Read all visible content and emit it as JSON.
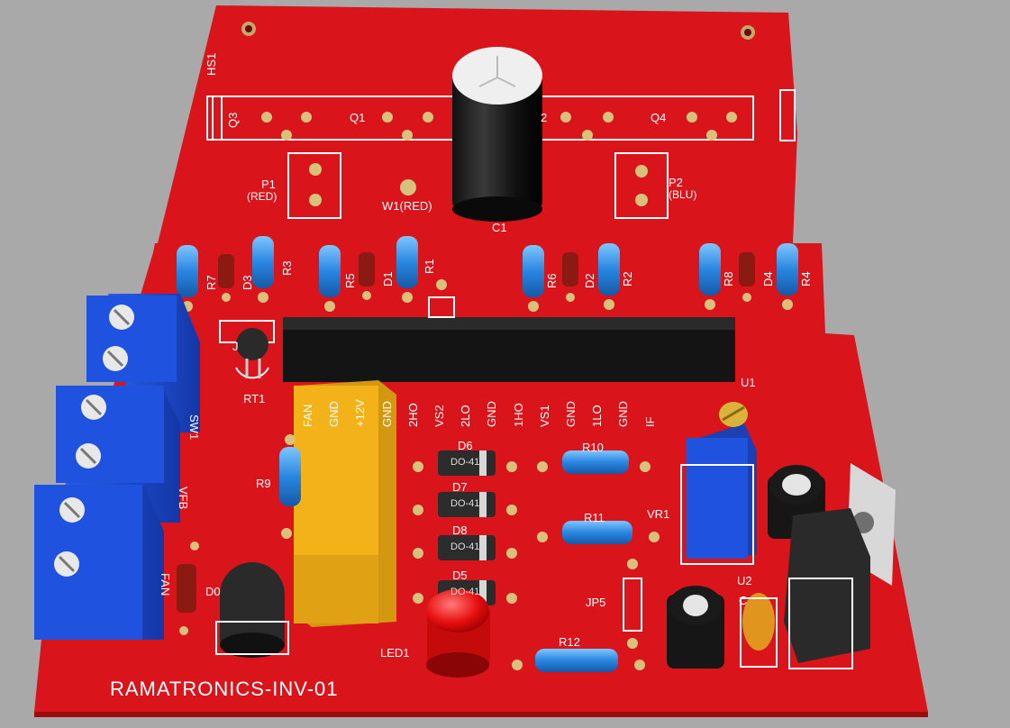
{
  "board": {
    "name": "RAMATRONICS-INV-01",
    "colors": {
      "background": "#a9a9a9",
      "pcb": "#d9141b",
      "silkscreen": "#ffffff",
      "terminal_block": "#1e4fd6",
      "relay": "#f3b21a",
      "header": "#141414",
      "pad": "#d8c17a"
    }
  },
  "labels": {
    "hs1": "HS1",
    "q3": "Q3",
    "q1": "Q1",
    "q2": "2",
    "q4": "Q4",
    "p1": "P1",
    "p1_sub": "(RED)",
    "w1": "W1(RED)",
    "c1": "C1",
    "p2": "P2",
    "p2_sub": "(BLU)",
    "r7": "R7",
    "d3": "D3",
    "r3": "R3",
    "r5": "R5",
    "d1": "D1",
    "r1": "R1",
    "r6": "R6",
    "d2": "D2",
    "r2": "R2",
    "r8": "R8",
    "d4": "D4",
    "r4": "R4",
    "j": "J",
    "rt1": "RT1",
    "u1": "U1",
    "sw1": "SW1",
    "vfb": "VFB",
    "fan": "FAN",
    "r9": "R9",
    "d6": "D6",
    "d7": "D7",
    "d8": "D8",
    "d5": "D5",
    "d0": "D0",
    "r10": "R10",
    "r11": "R11",
    "r12": "R12",
    "vr1": "VR1",
    "jp5": "JP5",
    "led1": "LED1",
    "u2": "U2",
    "c": "C",
    "do41": "DO-41",
    "sw1_pin": "FAN"
  },
  "header_pins": [
    "FAN",
    "GND",
    "+12V",
    "GND",
    "2HO",
    "VS2",
    "2LO",
    "GND",
    "1HO",
    "VS1",
    "GND",
    "1LO",
    "GND",
    "IF"
  ]
}
